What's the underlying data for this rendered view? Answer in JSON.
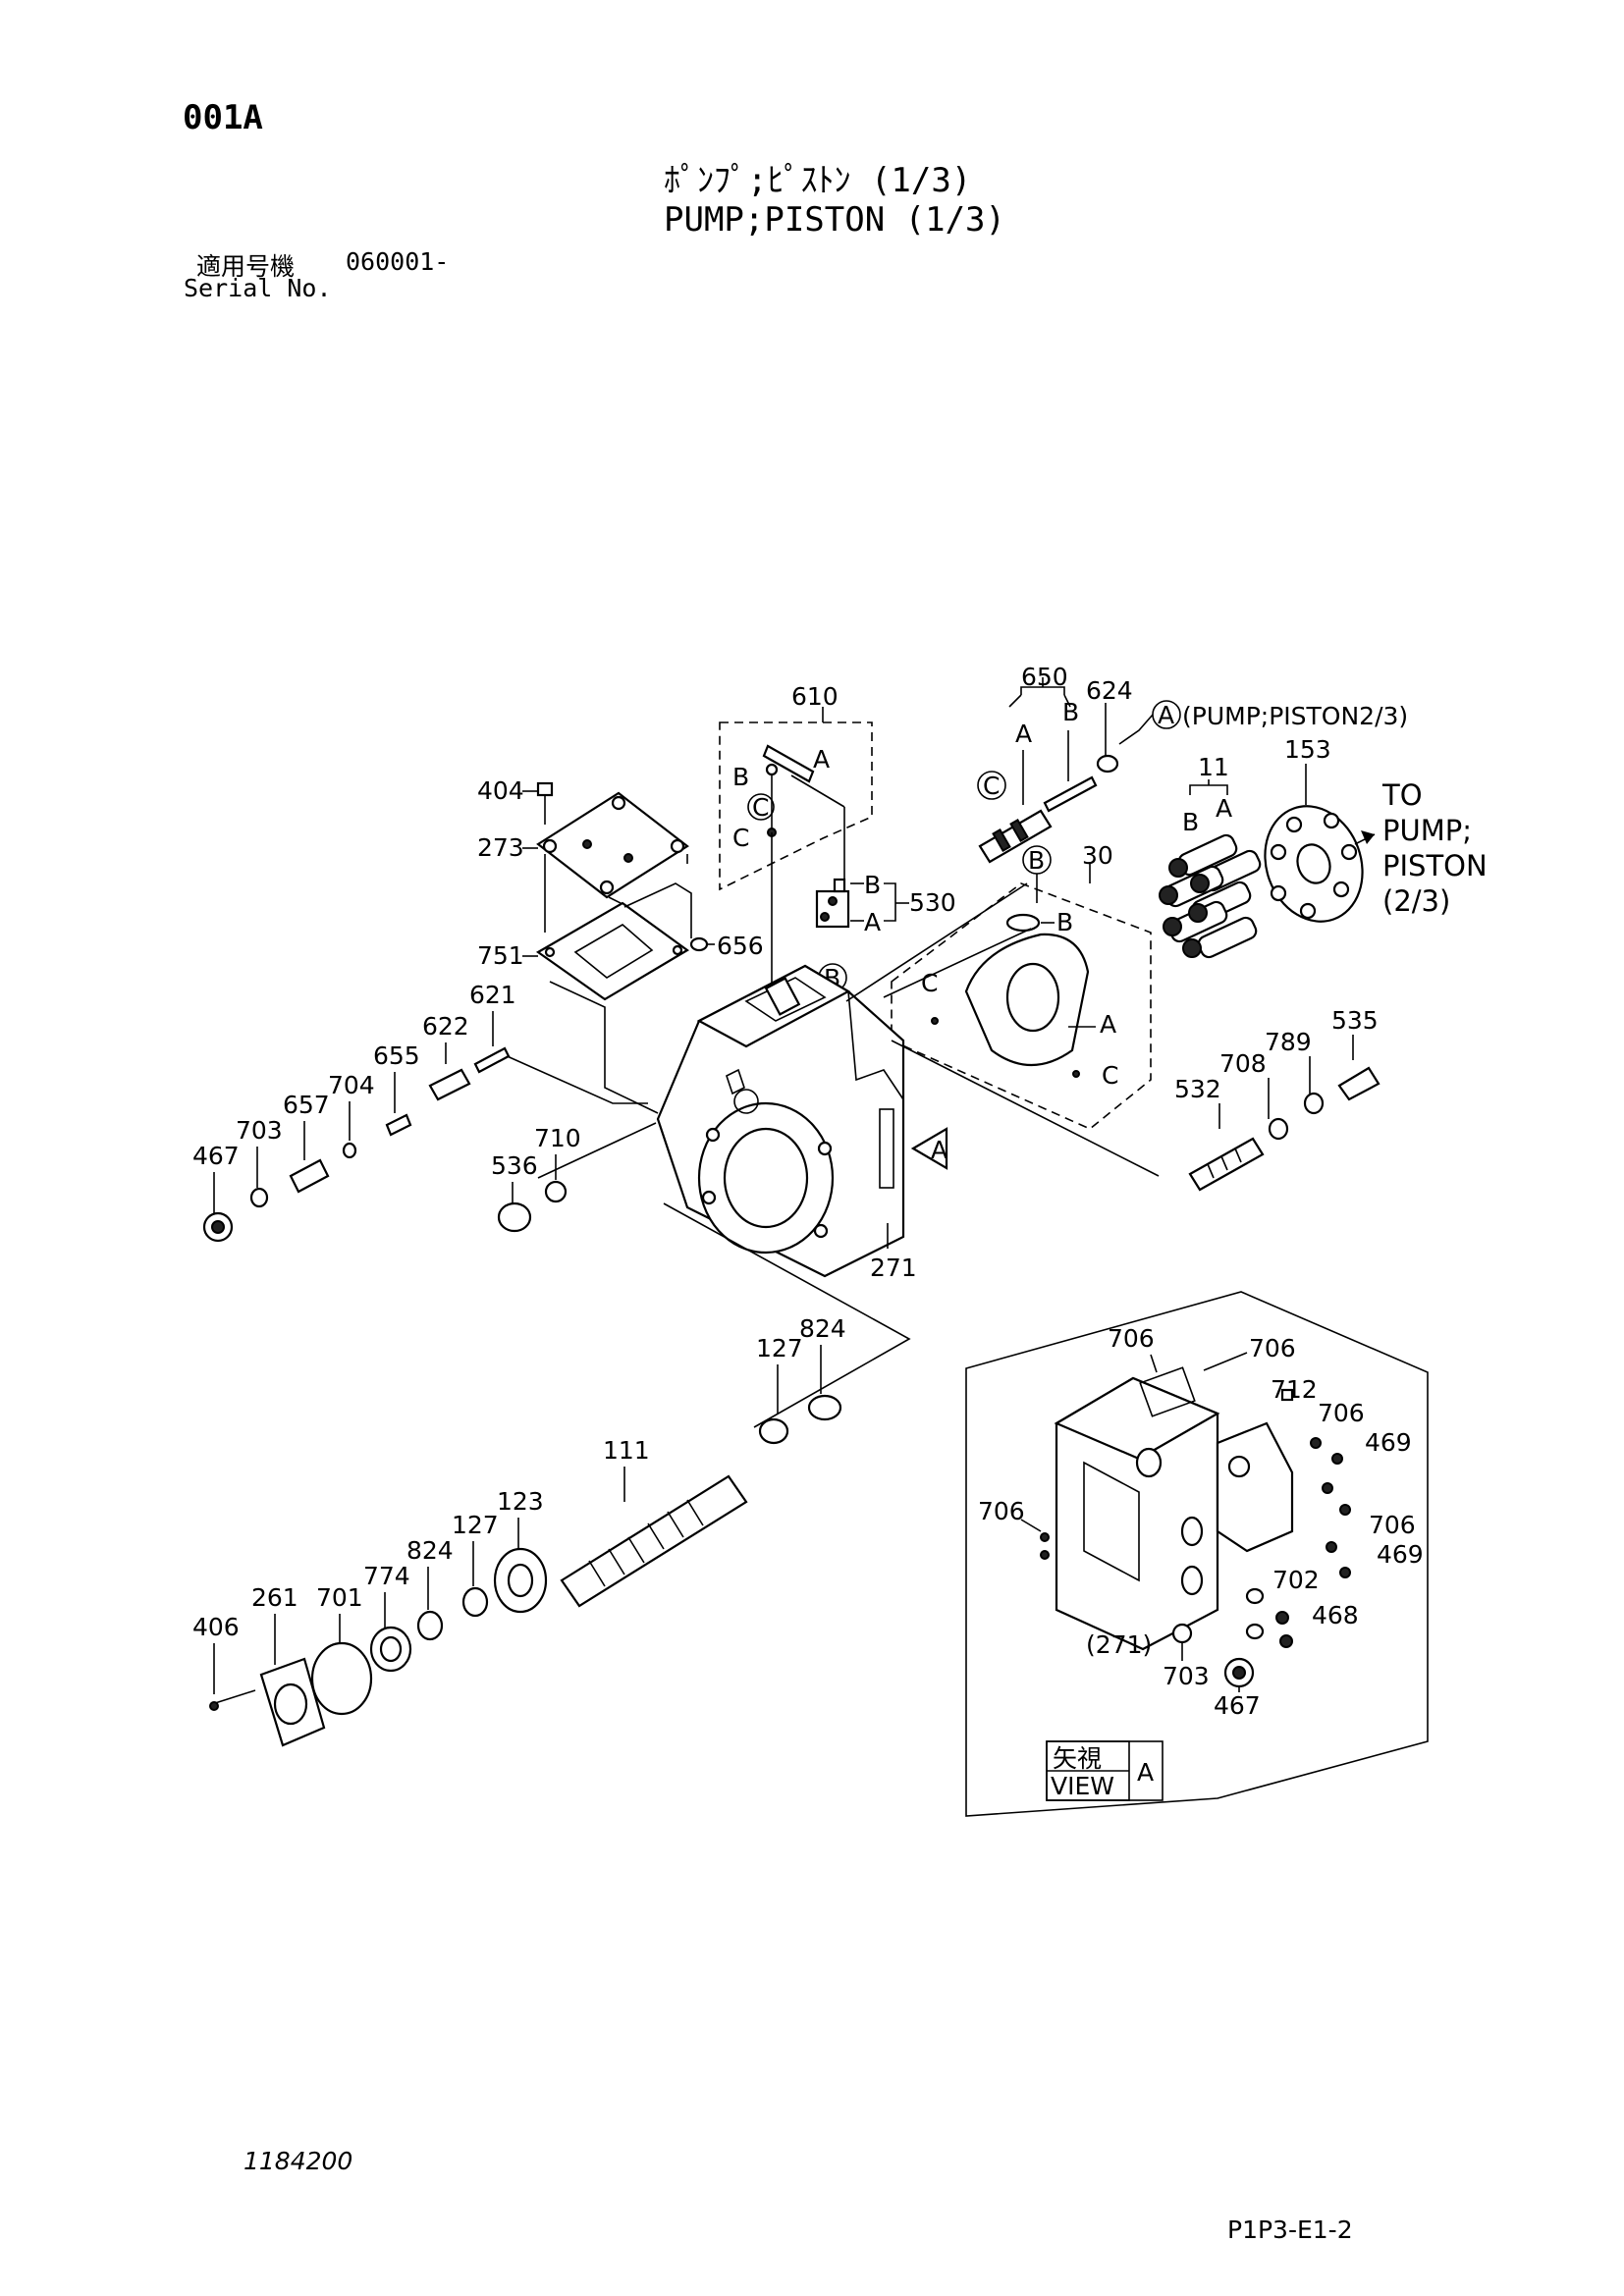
{
  "header": {
    "code": "001A",
    "title_jp": "ﾎﾟﾝﾌﾟ;ﾋﾟｽﾄﾝ (1/3)",
    "title_en": "PUMP;PISTON (1/3)",
    "serial_label_jp": "適用号機",
    "serial_value": "060001-",
    "serial_label_en": "Serial No."
  },
  "footer": {
    "drawing_number": "1184200",
    "page_ref": "P1P3-E1-2"
  },
  "diagram": {
    "parts": [
      "610",
      "650",
      "624",
      "153",
      "11",
      "30",
      "530",
      "404",
      "273",
      "656",
      "751",
      "621",
      "622",
      "655",
      "704",
      "657",
      "703",
      "467",
      "536",
      "710",
      "271",
      "532",
      "708",
      "789",
      "535",
      "127",
      "824",
      "111",
      "123",
      "774",
      "701",
      "261",
      "406"
    ],
    "letters": {
      "a": "A",
      "b": "B",
      "c": "C"
    },
    "refs": {
      "pump_piston_ref": "(PUMP;PISTON2/3)",
      "to_line1": "TO",
      "to_line2": "PUMP;",
      "to_line3": "PISTON",
      "to_line4": "(2/3)"
    },
    "view": {
      "jp": "矢視",
      "en": "VIEW",
      "letter": "A",
      "parts": [
        "706",
        "712",
        "469",
        "702",
        "468",
        "703",
        "467"
      ],
      "housing_ref": "(271)"
    }
  }
}
